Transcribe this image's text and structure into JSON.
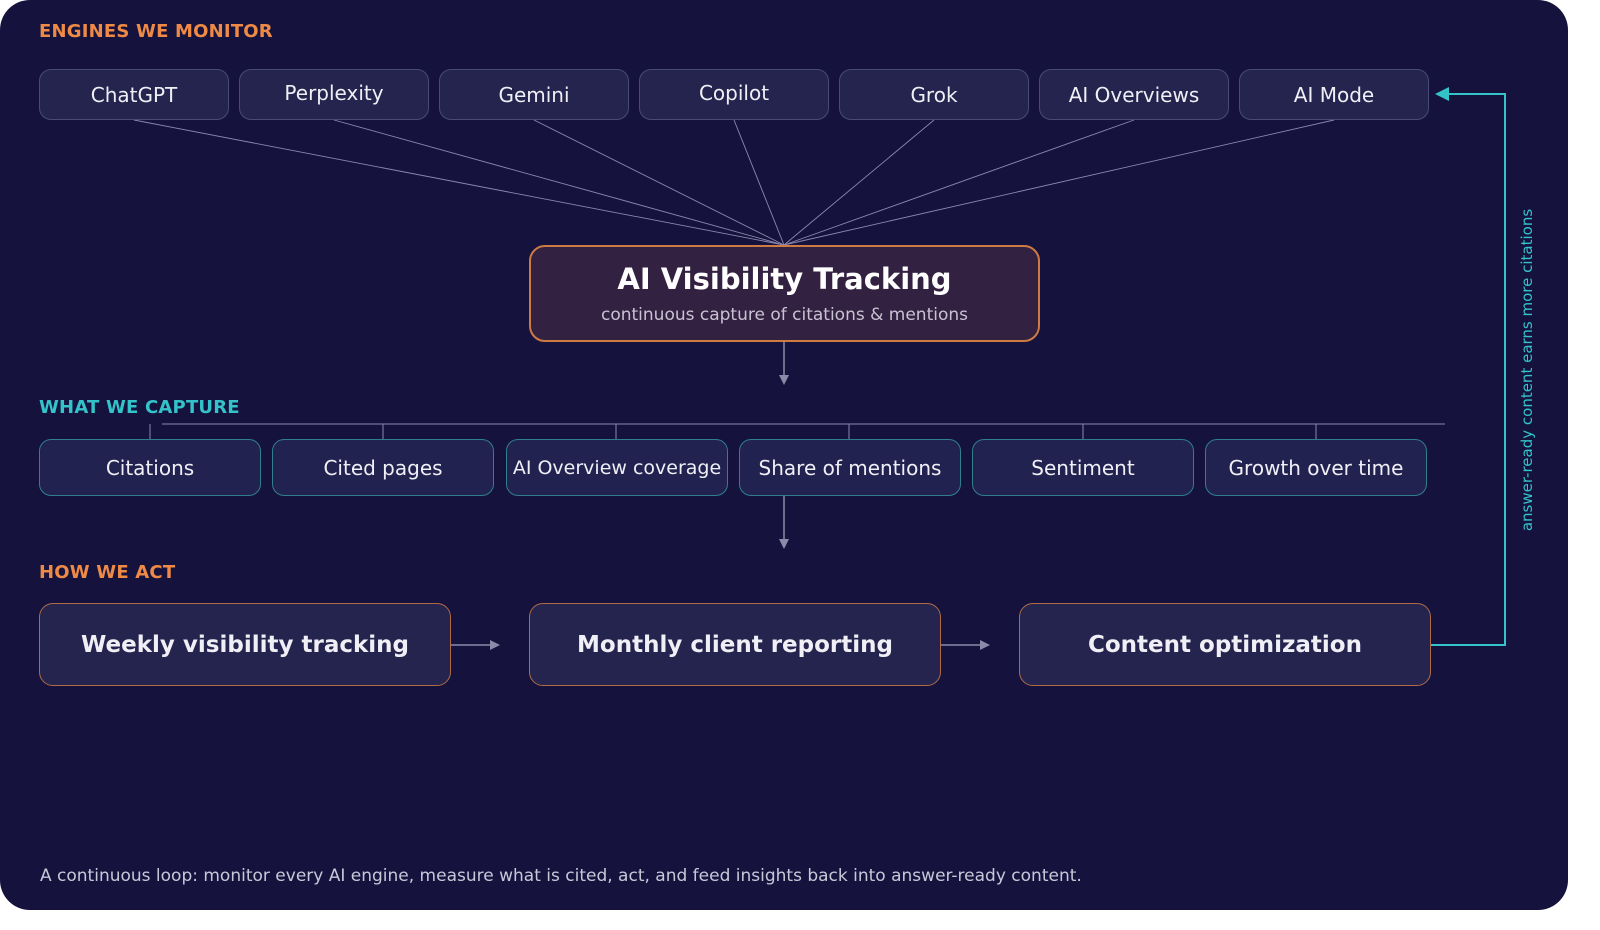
{
  "sections": {
    "engines_label": "ENGINES WE MONITOR",
    "capture_label": "WHAT WE CAPTURE",
    "act_label": "HOW WE ACT"
  },
  "engines": [
    "ChatGPT",
    "Perplexity",
    "Gemini",
    "Copilot",
    "Grok",
    "AI Overviews",
    "AI Mode"
  ],
  "hub": {
    "title": "AI Visibility Tracking",
    "subtitle": "continuous capture of citations & mentions"
  },
  "capture": [
    "Citations",
    "Cited pages",
    "AI Overview coverage",
    "Share of mentions",
    "Sentiment",
    "Growth over time"
  ],
  "actions": [
    "Weekly visibility tracking",
    "Monthly client reporting",
    "Content optimization"
  ],
  "feedback_label": "answer-ready content earns more citations",
  "caption": "A continuous loop: monitor every AI engine, measure what is cited, act, and feed insights back into answer-ready content.",
  "colors": {
    "background": "#15133e",
    "accent_orange": "#ee8a45",
    "accent_teal": "#33c3c8"
  }
}
